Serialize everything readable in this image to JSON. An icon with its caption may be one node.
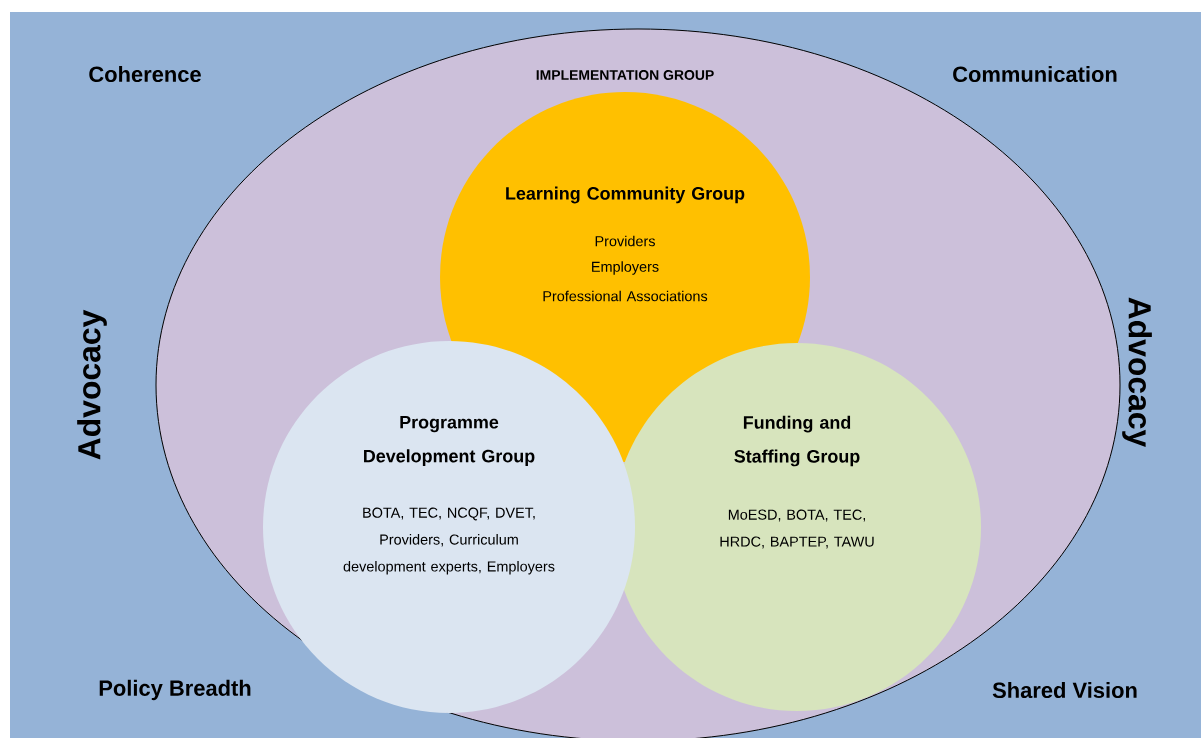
{
  "diagram": {
    "nodes": [
      {
        "text": [
          "IMPLEMENTATION GROUP"
        ]
      },
      {
        "text": [
          "Learning Community Group",
          "Providers",
          "Employers",
          "Professional Associations"
        ],
        "in": 0
      },
      {
        "text": [
          "Programme Development Group",
          "BOTA, TEC, NCQF, DVET, Providers, Curriculum development experts, Employers"
        ],
        "in": 0
      },
      {
        "text": [
          "Funding and Staffing Group",
          "MoESD, BOTA, TEC, HRDC, BAPTEP, TAWU"
        ],
        "in": 0
      }
    ],
    "labels": [
      "Coherence",
      "Communication",
      "Advocacy",
      "Advocacy",
      "Policy Breadth",
      "Shared Vision"
    ]
  }
}
